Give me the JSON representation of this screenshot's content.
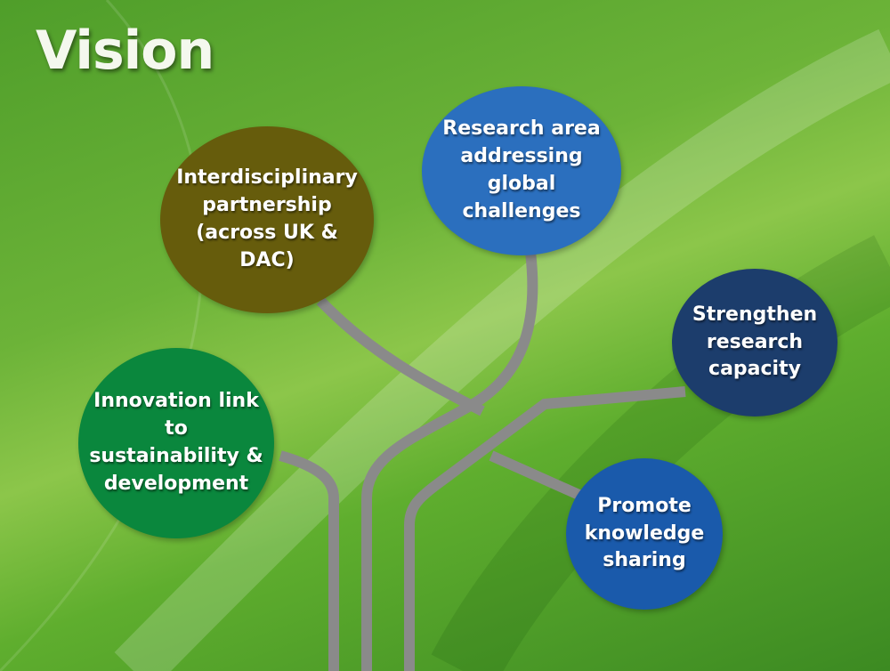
{
  "title": "Vision",
  "nodes": [
    {
      "id": "interdisciplinary",
      "label": "Interdisciplinary partnership (across UK & DAC)",
      "color": "#665c0c"
    },
    {
      "id": "research-area",
      "label": "Research area addressing global challenges",
      "color": "#2b6fbe"
    },
    {
      "id": "strengthen",
      "label": "Strengthen research capacity",
      "color": "#1c3d6c"
    },
    {
      "id": "innovation",
      "label": "Innovation link to sustainability & development",
      "color": "#0a873d"
    },
    {
      "id": "promote",
      "label": "Promote knowledge sharing",
      "color": "#1a5aab"
    }
  ],
  "line_color": "#8a8a8a"
}
